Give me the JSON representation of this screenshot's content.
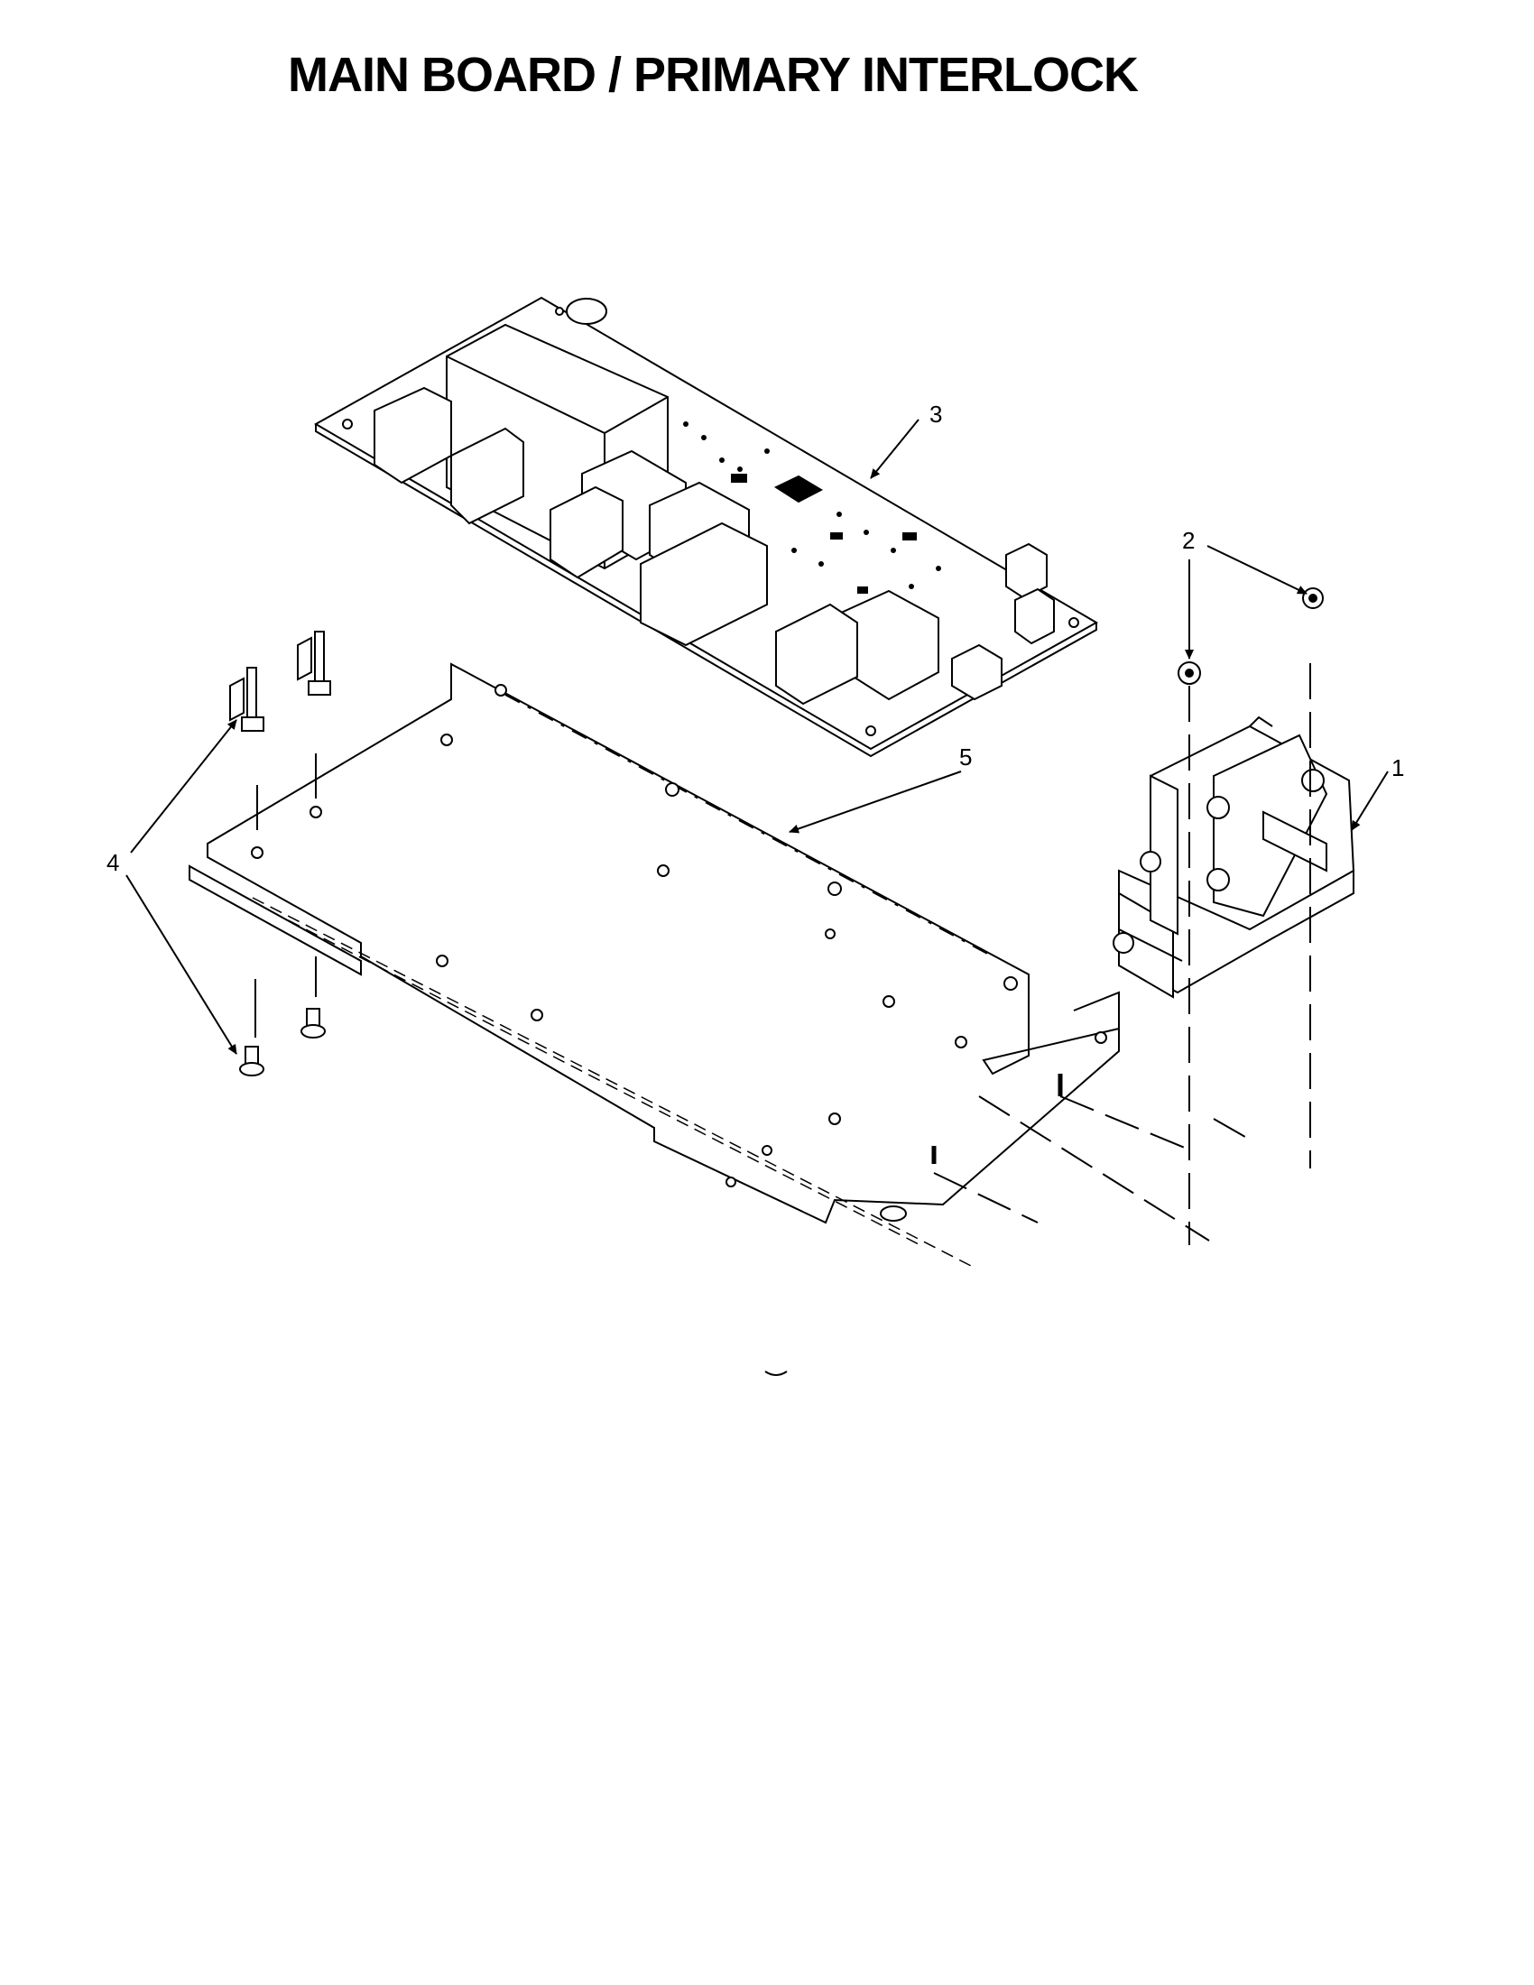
{
  "title": "MAIN BOARD / PRIMARY INTERLOCK",
  "callouts": {
    "c1": "1",
    "c2": "2",
    "c3": "3",
    "c4": "4",
    "c5": "5"
  },
  "colors": {
    "ink": "#000000",
    "paper": "#ffffff"
  }
}
